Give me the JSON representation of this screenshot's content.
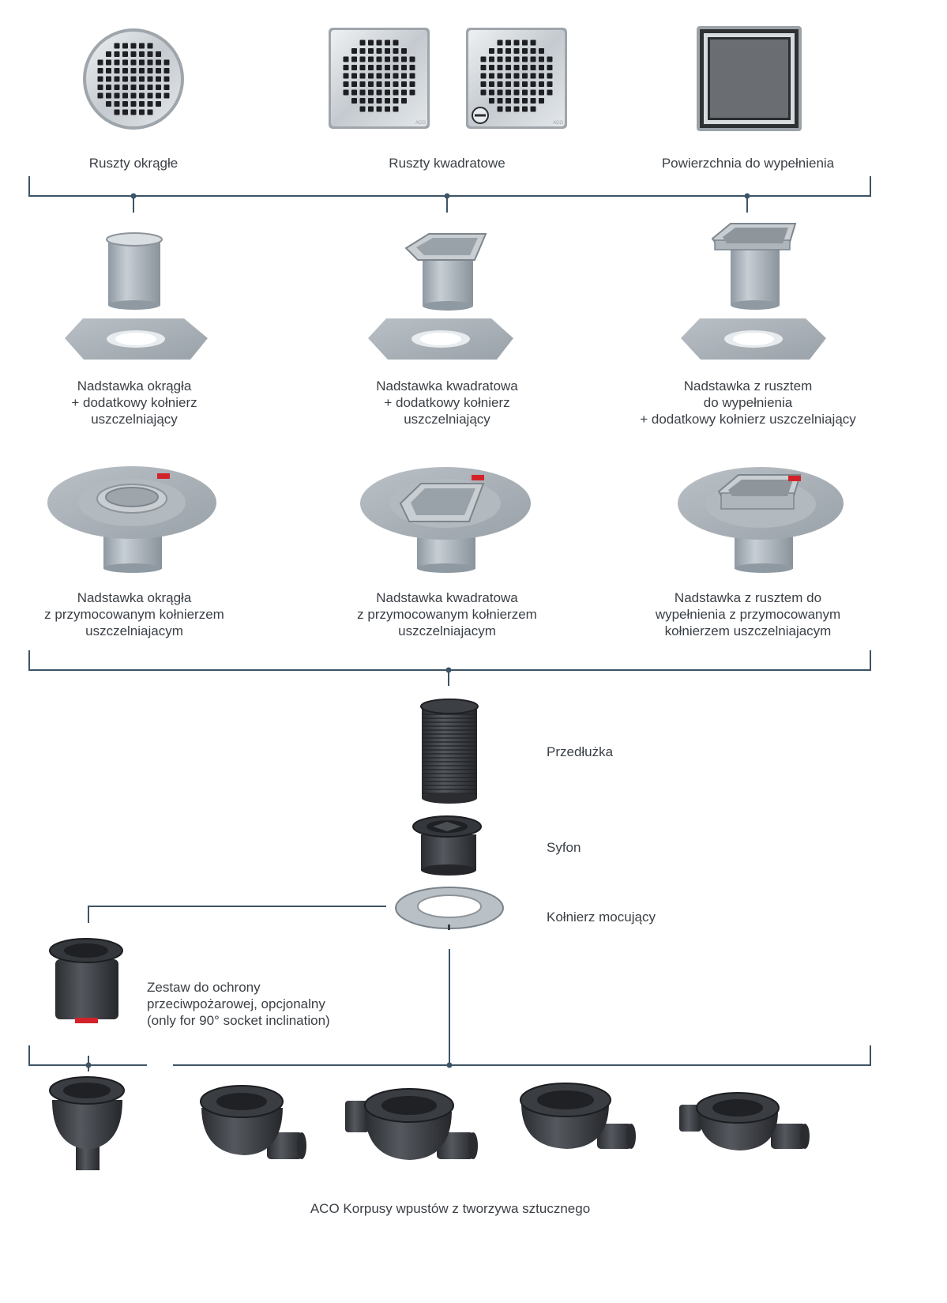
{
  "row1": {
    "round_grates": "Ruszty okrągłe",
    "square_grates": "Ruszty kwadratowe",
    "tile_insert": "Powierzchnia do wypełnienia"
  },
  "row2": {
    "round_upstand": [
      "Nadstawka okrągła",
      "+ dodatkowy kołnierz",
      "uszczelniający"
    ],
    "square_upstand": [
      "Nadstawka kwadratowa",
      "+ dodatkowy kołnierz",
      "uszczelniający"
    ],
    "tile_upstand": [
      "Nadstawka z rusztem",
      "do wypełnienia",
      "+ dodatkowy kołnierz uszczelniający"
    ]
  },
  "row3": {
    "round_flanged": [
      "Nadstawka okrągła",
      "z przymocowanym kołnierzem",
      "uszczelniajacym"
    ],
    "square_flanged": [
      "Nadstawka kwadratowa",
      "z przymocowanym kołnierzem",
      "uszczelniajacym"
    ],
    "tile_flanged": [
      "Nadstawka z rusztem do",
      "wypełnienia z przymocowanym",
      "kołnierzem uszczelniajacym"
    ]
  },
  "components": {
    "extension": "Przedłużka",
    "trap": "Syfon",
    "fixing_flange": "Kołnierz mocujący",
    "fire_kit": [
      "Zestaw do ochrony",
      "przeciwpożarowej, opcjonalny",
      "(only for 90° socket inclination)"
    ]
  },
  "bodies_caption": "ACO Korpusy wpustów z tworzywa sztucznego",
  "grate_mark": "ACO",
  "colors": {
    "line": "#3d5466",
    "steel": "#c9ced2",
    "steel_dark": "#8d949a",
    "pipe": "#a9b2ba",
    "plastic": "#3a3d42",
    "flange_red": "#d2232a"
  }
}
